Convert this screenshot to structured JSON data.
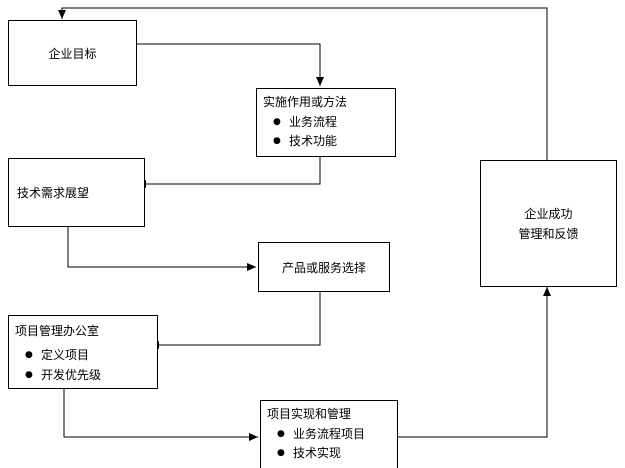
{
  "diagram": {
    "type": "flowchart",
    "background_color": "#ffffff",
    "line_color": "#000000",
    "text_color": "#000000",
    "bullet_glyph": "●",
    "nodes": {
      "enterprise_goals": {
        "label": "企业目标"
      },
      "implementation_method": {
        "label": "实施作用或方法",
        "bullets": [
          "业务流程",
          "技术功能"
        ]
      },
      "tech_requirements_outlook": {
        "label": "技术需求展望"
      },
      "product_or_service_selection": {
        "label": "产品或服务选择"
      },
      "project_management_office": {
        "label": "项目管理办公室",
        "bullets": [
          "定义项目",
          "开发优先级"
        ]
      },
      "project_implementation_management": {
        "label": "项目实现和管理",
        "bullets": [
          "业务流程项目",
          "技术实现"
        ]
      },
      "enterprise_success_feedback": {
        "label_line1": "企业成功",
        "label_line2": "管理和反馈"
      }
    },
    "edges": [
      {
        "from": "enterprise_success_feedback",
        "to": "enterprise_goals"
      },
      {
        "from": "enterprise_goals",
        "to": "implementation_method"
      },
      {
        "from": "implementation_method",
        "to": "tech_requirements_outlook"
      },
      {
        "from": "tech_requirements_outlook",
        "to": "product_or_service_selection"
      },
      {
        "from": "product_or_service_selection",
        "to": "project_management_office"
      },
      {
        "from": "project_management_office",
        "to": "project_implementation_management"
      },
      {
        "from": "project_implementation_management",
        "to": "enterprise_success_feedback"
      }
    ]
  }
}
